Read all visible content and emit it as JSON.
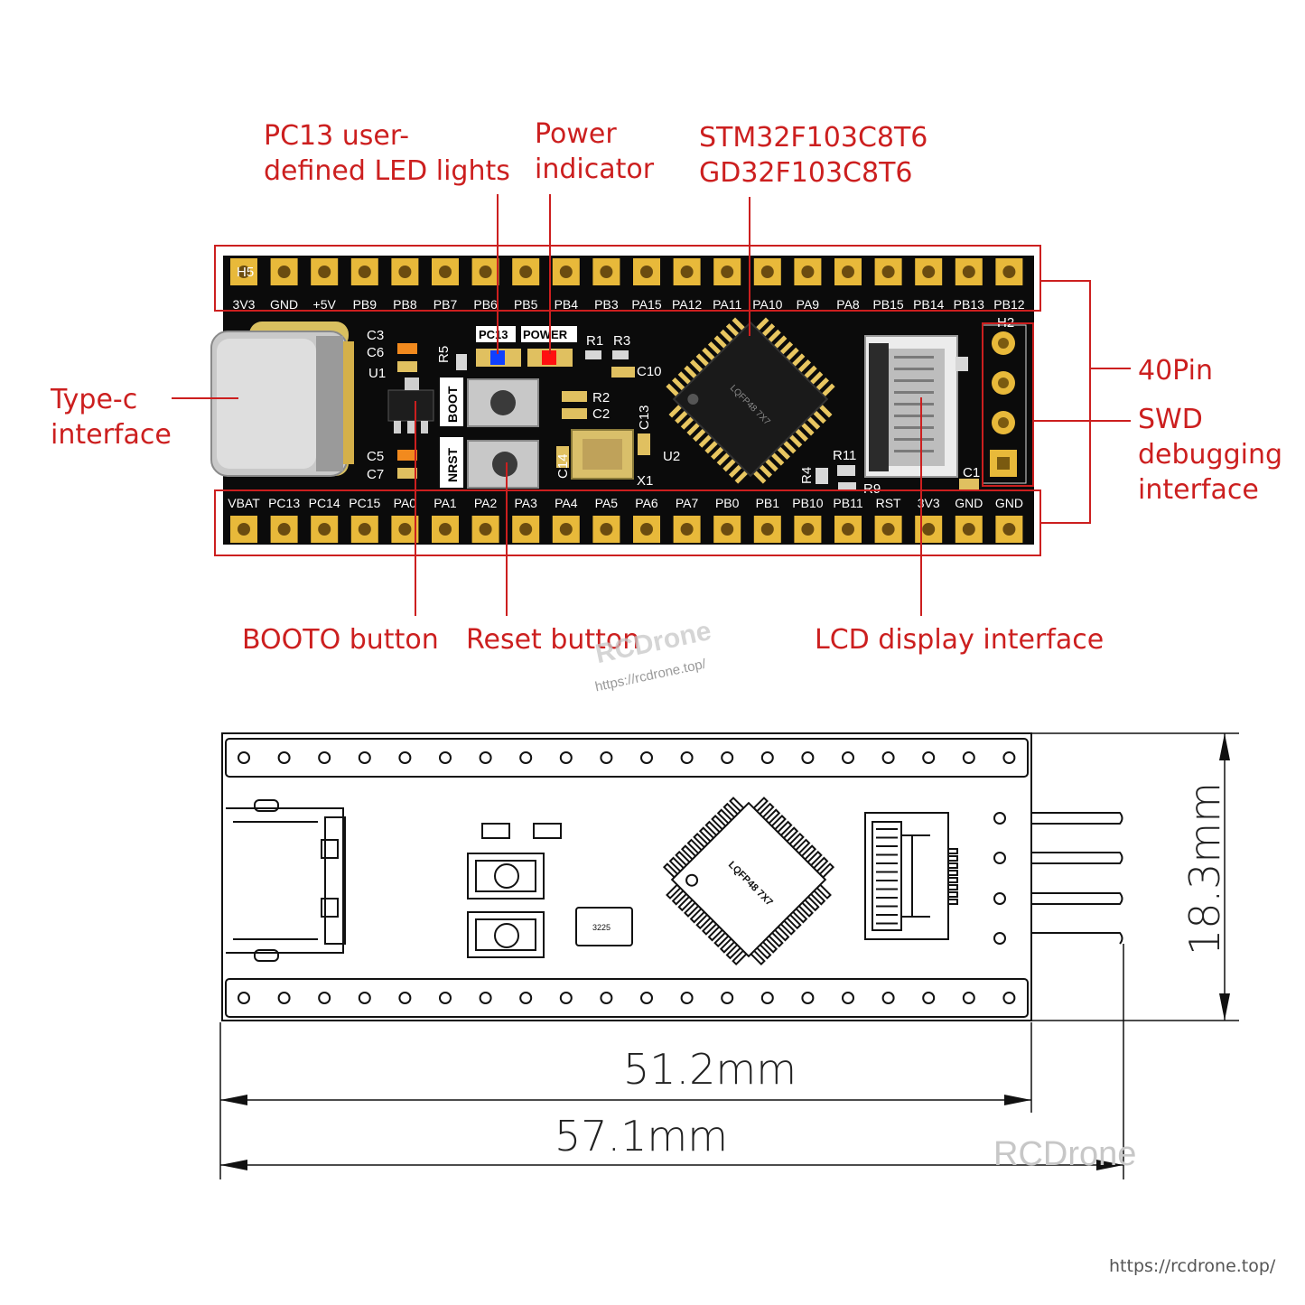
{
  "callouts": {
    "pc13_led": [
      "PC13 user-",
      "defined LED lights"
    ],
    "power_indicator": [
      "Power",
      "indicator"
    ],
    "mcu": [
      "STM32F103C8T6",
      "GD32F103C8T6"
    ],
    "type_c": [
      "Type-c",
      "interface"
    ],
    "pin40": "40Pin",
    "swd": [
      "SWD",
      "debugging",
      "interface"
    ],
    "boot_button": "BOOTO button",
    "reset_button": "Reset button",
    "lcd_interface": "LCD display interface"
  },
  "top_pins": [
    "3V3",
    "GND",
    "+5V",
    "PB9",
    "PB8",
    "PB7",
    "PB6",
    "PB5",
    "PB4",
    "PB3",
    "PA15",
    "PA12",
    "PA11",
    "PA10",
    "PA9",
    "PA8",
    "PB15",
    "PB14",
    "PB13",
    "PB12"
  ],
  "bottom_pins": [
    "VBAT",
    "PC13",
    "PC14",
    "PC15",
    "PA0",
    "PA1",
    "PA2",
    "PA3",
    "PA4",
    "PA5",
    "PA6",
    "PA7",
    "PB0",
    "PB1",
    "PB10",
    "PB11",
    "RST",
    "3V3",
    "GND",
    "GND"
  ],
  "silkscreen": {
    "h5": "H5",
    "h2": "H2",
    "c3": "C3",
    "c6": "C6",
    "u1": "U1",
    "r5": "R5",
    "boot": "BOOT",
    "nrst": "NRST",
    "c5": "C5",
    "c7": "C7",
    "pc13_badge": "PC13",
    "power_badge": "POWER",
    "r1": "R1",
    "r3": "R3",
    "c10": "C10",
    "r2": "R2",
    "c2": "C2",
    "c13": "C13",
    "c14": "C14",
    "x1": "X1",
    "u2": "U2",
    "chip_text": "LQFP48 7X7",
    "r11": "R11",
    "r4": "R4",
    "r9": "R9",
    "c1": "C1"
  },
  "drawing": {
    "chip_text": "LQFP48 7X7",
    "crystal_text": "3225",
    "height": "18.3mm",
    "inner_width": "51.2mm",
    "outer_width": "57.1mm"
  },
  "watermark": {
    "main": "RCDrone",
    "url_small": "https://rcdrone.top/",
    "brand_bottom": "RCDrone",
    "url_bottom": "https://rcdrone.top/"
  },
  "colors": {
    "callout_red": "#cc1f1f",
    "board_black": "#0b0b0b",
    "pad_gold": "#e8b93a",
    "led_blue": "#1040ff",
    "led_red": "#ff1010"
  }
}
